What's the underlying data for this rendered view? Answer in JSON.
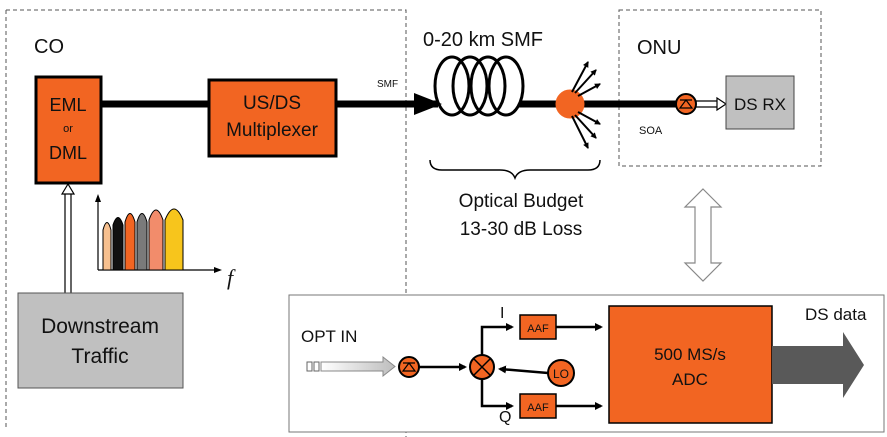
{
  "co": {
    "label": "CO"
  },
  "onu": {
    "label": "ONU"
  },
  "source": {
    "line1": "EML",
    "line2": "or",
    "line3": "DML"
  },
  "mux": {
    "line1": "US/DS",
    "line2": "Multiplexer"
  },
  "downstream": {
    "line1": "Downstream",
    "line2": "Traffic"
  },
  "spectrum": {
    "axis_label": "f"
  },
  "fiber": {
    "smf_small": "SMF",
    "span_label": "0-20 km SMF"
  },
  "budget": {
    "line1": "Optical Budget",
    "line2": "13-30 dB Loss"
  },
  "receiver": {
    "soa_label": "SOA",
    "dsrx_label": "DS RX"
  },
  "detail": {
    "opt_in": "OPT IN",
    "i_label": "I",
    "q_label": "Q",
    "aaf_label": "AAF",
    "lo_label": "LO",
    "adc_line1": "500 MS/s",
    "adc_line2": "ADC",
    "ds_data": "DS data"
  },
  "colors": {
    "orange": "#f26522",
    "gray_box": "#c0c0c0",
    "dark_arrow": "#595959"
  }
}
